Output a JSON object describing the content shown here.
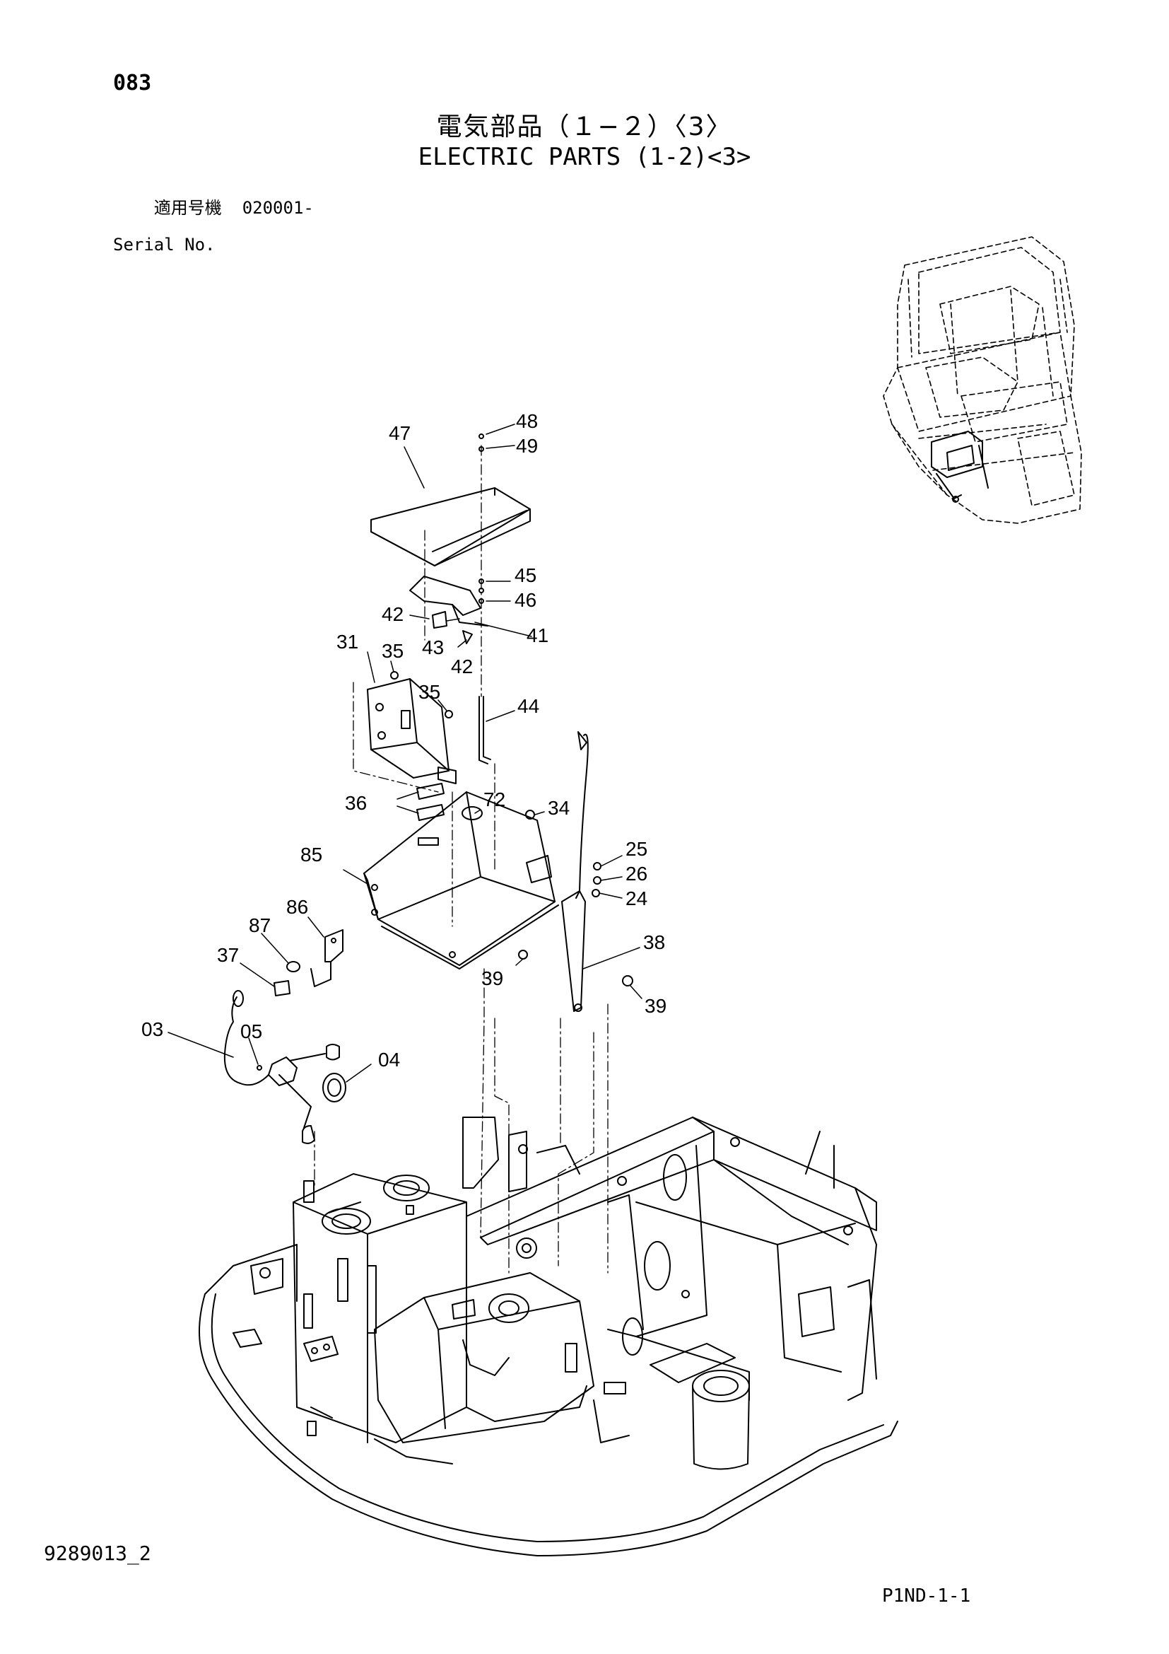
{
  "header": {
    "page_number": "083",
    "title_jp": "電気部品（１−２）〈3〉",
    "title_en": "ELECTRIC PARTS (1-2)<3>",
    "serial_label_jp": "適用号機",
    "serial_value": "020001-",
    "serial_label_en": "Serial No."
  },
  "footer": {
    "doc_id": "9289013_2",
    "page_code": "P1ND-1-1"
  },
  "callouts": {
    "c48": "48",
    "c49": "49",
    "c47": "47",
    "c45": "45",
    "c46": "46",
    "c42a": "42",
    "c43": "43",
    "c41": "41",
    "c42b": "42",
    "c31": "31",
    "c35a": "35",
    "c35b": "35",
    "c44": "44",
    "c72": "72",
    "c34": "34",
    "c36": "36",
    "c85": "85",
    "c25": "25",
    "c26": "26",
    "c24": "24",
    "c86": "86",
    "c87": "87",
    "c38": "38",
    "c37": "37",
    "c39a": "39",
    "c39b": "39",
    "c03": "03",
    "c05": "05",
    "c04": "04"
  }
}
